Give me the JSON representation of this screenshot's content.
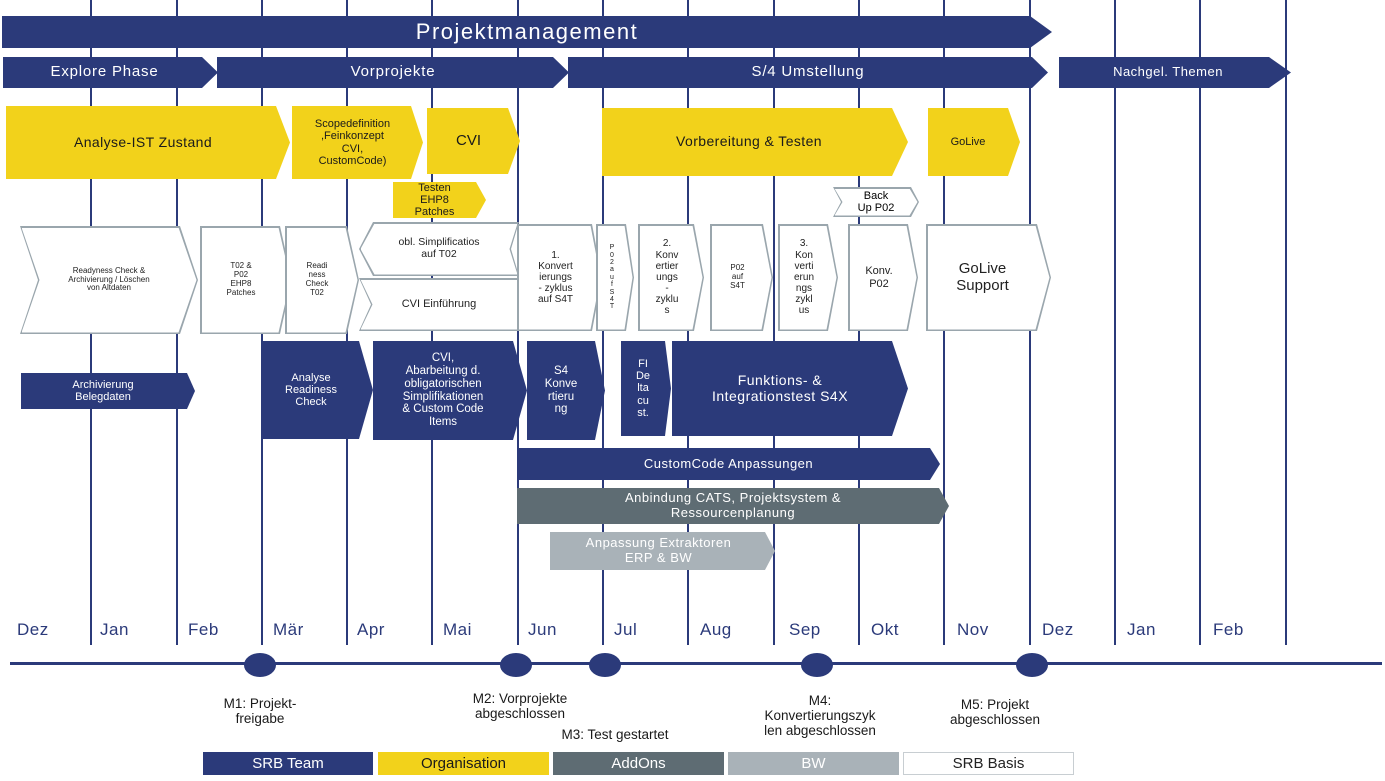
{
  "colors": {
    "navy": "#2b3a7a",
    "yellow": "#f2d21b",
    "addons": "#5e6c73",
    "bw": "#a9b2b8",
    "basis": "#ffffff"
  },
  "title": "Projektmanagement",
  "phases": {
    "explore": "Explore Phase",
    "vorprojekte": "Vorprojekte",
    "umstellung": "S/4 Umstellung",
    "nachgel": "Nachgel. Themen"
  },
  "organisation": {
    "analyse": "Analyse-IST Zustand",
    "scope": "Scopedefinition\n,Feinkonzept\nCVI,\nCustomCode)",
    "cvi": "CVI",
    "testen_ehp8": "Testen\nEHP8\nPatches",
    "vorbereitung": "Vorbereitung & Testen",
    "golive": "GoLive"
  },
  "basis": {
    "backup": "Back\nUp P02",
    "readyness": "Readyness Check &\nArchivierung / Löschen\nvon Altdaten",
    "t02_p02": "T02 &\nP02\nEHP8\nPatches",
    "readiness_t02": "Readi\nness\nCheck\nT02",
    "obl_simpl": "obl. Simplificatios\nauf T02",
    "cvi_einf": "CVI Einführung",
    "konv1": "1.\nKonvert\nierungs\n- zyklus\nauf S4T",
    "p02_vertical": "P\n0\n2\na\nu\nf\nS\n4\nT",
    "konv2": "2.\nKonv\nertier\nungs\n-\nzyklu\ns",
    "p02_s4t": "P02\nauf\nS4T",
    "konv3": "3.\nKon\nverti\nerun\nngs\nzykl\nus",
    "konv_p02": "Konv.\nP02",
    "golive_support": "GoLive\nSupport"
  },
  "team": {
    "archivierung": "Archivierung\nBelegdaten",
    "analyse_readiness": "Analyse\nReadiness\nCheck",
    "cvi_abarbeitung": "CVI,\nAbarbeitung d.\nobligatorischen\nSimplifikationen\n& Custom Code\nItems",
    "s4_konv": "S4\nKonve\nrtieru\nng",
    "fi_delta": "FI\nDe\nlta\ncu\nst.",
    "funktionstest": "Funktions- &\nIntegrationstest S4X",
    "customcode": "CustomCode Anpassungen"
  },
  "addons": {
    "cats": "Anbindung CATS, Projektsystem &\nRessourcenplanung"
  },
  "bw": {
    "extraktoren": "Anpassung Extraktoren\nERP & BW"
  },
  "months": [
    "Dez",
    "Jan",
    "Feb",
    "Mär",
    "Apr",
    "Mai",
    "Jun",
    "Jul",
    "Aug",
    "Sep",
    "Okt",
    "Nov",
    "Dez",
    "Jan",
    "Feb"
  ],
  "milestones": {
    "m1": "M1: Projekt-\nfreigabe",
    "m2": "M2: Vorprojekte\nabgeschlossen",
    "m3": "M3: Test gestartet",
    "m4": "M4:\nKonvertierungszyk\nlen abgeschlossen",
    "m5": "M5: Projekt\nabgeschlossen"
  },
  "legend": [
    "SRB Team",
    "Organisation",
    "AddOns",
    "BW",
    "SRB Basis"
  ]
}
